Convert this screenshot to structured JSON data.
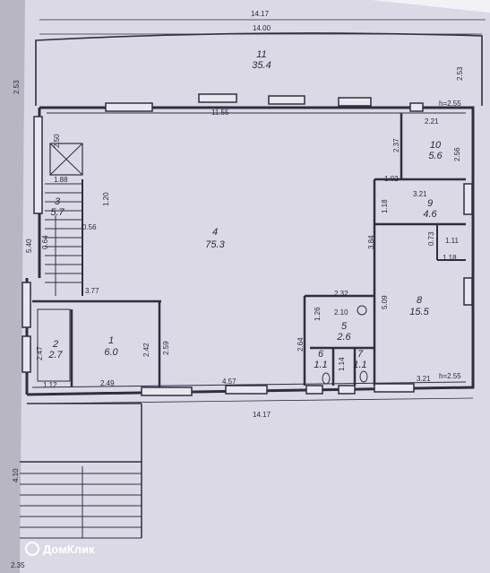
{
  "overall_dims": {
    "top_outer": "14.17",
    "top_inner": "14.00",
    "bottom": "14.17"
  },
  "rooms": [
    {
      "number": "11",
      "area": "35.4"
    },
    {
      "number": "10",
      "area": "5.6"
    },
    {
      "number": "9",
      "area": "4.6"
    },
    {
      "number": "4",
      "area": "75.3"
    },
    {
      "number": "3",
      "area": "5.7"
    },
    {
      "number": "8",
      "area": "15.5"
    },
    {
      "number": "5",
      "area": "2.6"
    },
    {
      "number": "6",
      "area": "1.1"
    },
    {
      "number": "7",
      "area": "1.1"
    },
    {
      "number": "2",
      "area": "2.7"
    },
    {
      "number": "1",
      "area": "6.0"
    }
  ],
  "dims": {
    "d11_55": "11.55",
    "h2_55_top": "h=2.55",
    "d2_53_left": "2.53",
    "d2_53_right": "2.53",
    "d2_21": "2.21",
    "d2_56": "2.56",
    "d2_37": "2.37",
    "d1_02": "1.02",
    "d1_18": "1.18",
    "d3_21_mid": "3.21",
    "d0_73": "0.73",
    "d1_11": "1.11",
    "d1_18b": "1.18",
    "d3_84": "3.84",
    "d5_09": "5.09",
    "d2_32": "2.32",
    "d2_10": "2.10",
    "d1_26": "1.26",
    "d2_64": "2.64",
    "d1_14": "1.14",
    "d3_21_bottom": "3.21",
    "h2_55_bottom": "h=2.55",
    "d4_57": "4.57",
    "d2_49": "2.49",
    "d1_12": "1.12",
    "d2_47": "2.47",
    "d2_42": "2.42",
    "d2_59": "2.59",
    "d3_77": "3.77",
    "d1_88": "1.88",
    "d1_20": "1.20",
    "d0_56": "0.56",
    "d0_64": "0.64",
    "d5_40": "5.40",
    "d2_50": "2.50",
    "d4_10": "4.10",
    "d2_35": "2.35"
  },
  "watermark": "ДомКлик"
}
